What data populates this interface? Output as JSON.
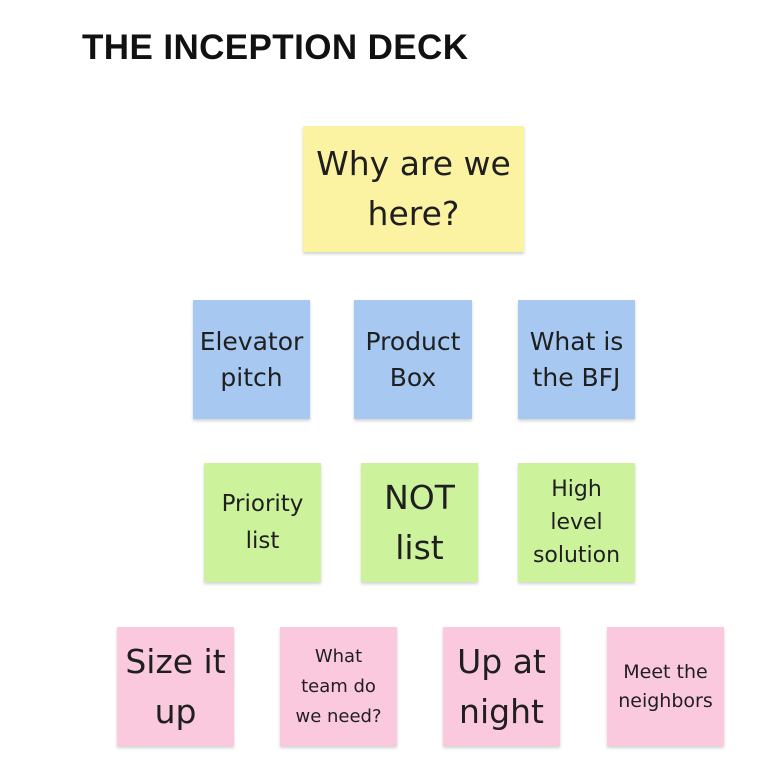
{
  "board": {
    "title": "THE INCEPTION DECK"
  },
  "colors": {
    "yellow": "#fbf3a1",
    "blue": "#a6c8f1",
    "green": "#cdf29c",
    "pink": "#fbc9de"
  },
  "notes": {
    "why_here": "Why are we\nhere?",
    "elevator_pitch": "Elevator\npitch",
    "product_box": "Product\nBox",
    "bfj": "What is\nthe BFJ",
    "priority_list": "Priority\nlist",
    "not_list": "NOT\nlist",
    "high_level_solution": "High\nlevel\nsolution",
    "size_it_up": "Size it\nup",
    "team": "What\nteam do\nwe need?",
    "up_at_night": "Up at\nnight",
    "neighbors": "Meet the\nneighbors"
  }
}
